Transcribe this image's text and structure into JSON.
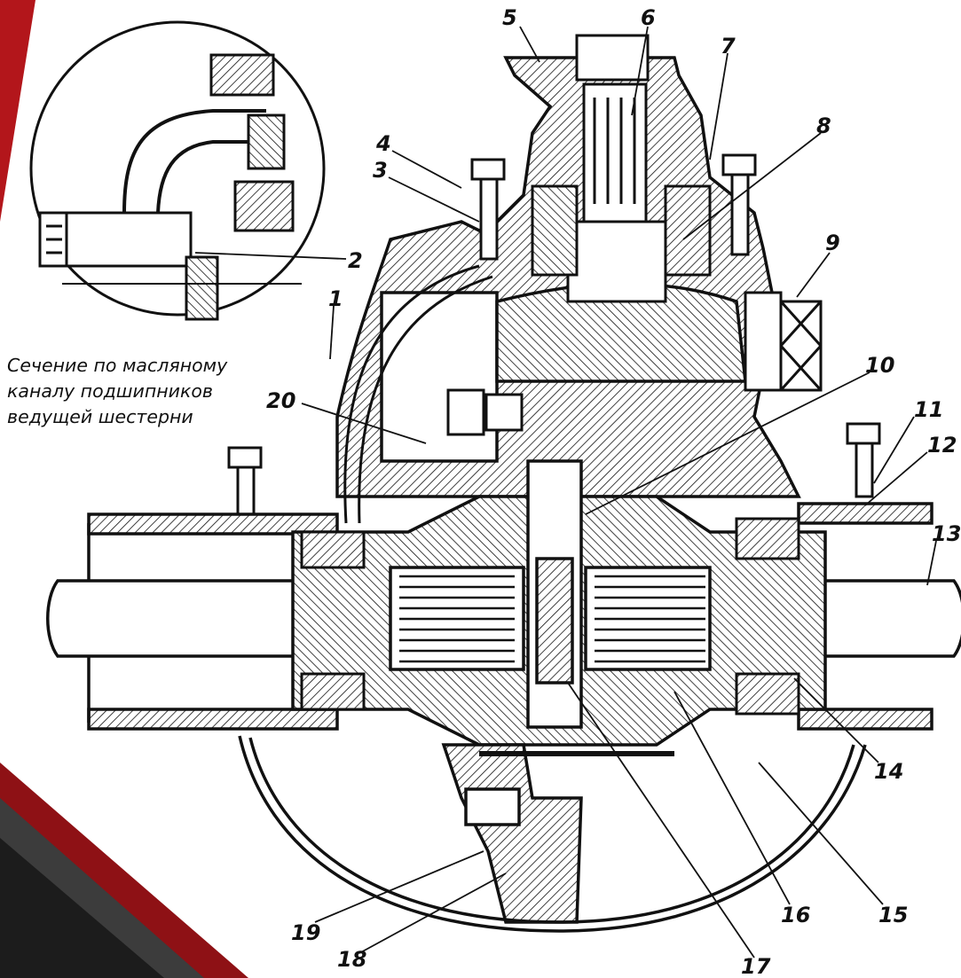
{
  "inset_caption": {
    "line1": "Сечение по масляному",
    "line2": "каналу подшипников",
    "line3": "ведущей шестерни"
  },
  "callouts": [
    "1",
    "2",
    "3",
    "4",
    "5",
    "6",
    "7",
    "8",
    "9",
    "10",
    "11",
    "12",
    "13",
    "14",
    "15",
    "16",
    "17",
    "18",
    "19",
    "20"
  ],
  "colors": {
    "ink": "#111111",
    "accent_red": "#b3161b",
    "accent_dark": "#3c3c3c",
    "background": "#ffffff"
  }
}
